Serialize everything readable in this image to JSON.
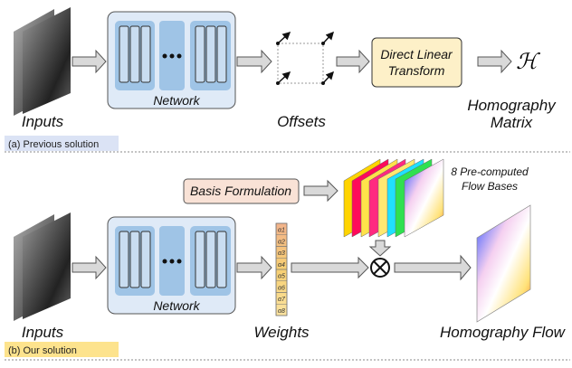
{
  "top": {
    "inputs_label": "Inputs",
    "network_label": "Network",
    "offsets_label": "Offsets",
    "dlt_line1": "Direct Linear",
    "dlt_line2": "Transform",
    "h_symbol": "ℋ",
    "matrix_line1": "Homography",
    "matrix_line2": "Matrix",
    "tag": "(a) Previous solution"
  },
  "bottom": {
    "inputs_label": "Inputs",
    "network_label": "Network",
    "weights_label": "Weights",
    "weights": [
      "α1",
      "α2",
      "α3",
      "α4",
      "α5",
      "α6",
      "α7",
      "α8"
    ],
    "basis_label": "Basis Formulation",
    "bases_line1": "8 Pre-computed",
    "bases_line2": "Flow Bases",
    "output_label": "Homography Flow",
    "tag": "(b) Our solution"
  },
  "colors": {
    "network_bg": "#dfeaf7",
    "block": "#9fc4e6",
    "dlt": "#fdf0c8",
    "basis": "#f9e2d6",
    "tag_a": "#dbe3f5",
    "tag_b": "#fde38d"
  }
}
